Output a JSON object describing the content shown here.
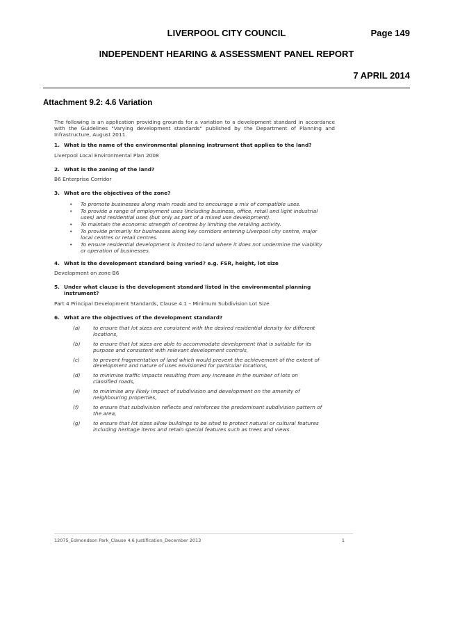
{
  "header": {
    "council": "LIVERPOOL CITY COUNCIL",
    "page": "Page 149",
    "report_title": "INDEPENDENT HEARING & ASSESSMENT PANEL REPORT",
    "date": "7 APRIL 2014"
  },
  "attachment": "Attachment 9.2: 4.6 Variation",
  "intro": "The following is an application providing grounds for a variation to a development standard in accordance with the Guidelines \"Varying development standards\" published by the Department of Planning and Infrastructure, August 2011.",
  "questions": [
    {
      "num": "1.",
      "text": "What is the name of the environmental planning instrument that applies to the land?",
      "answer": "Liverpool Local Environmental Plan 2008"
    },
    {
      "num": "2.",
      "text": "What is the zoning of the land?",
      "answer": "B6 Enterprise Corridor"
    },
    {
      "num": "3.",
      "text": "What are the objectives of the zone?",
      "bullets": [
        "To promote businesses along main roads and to encourage a mix of compatible uses.",
        "To provide a range of employment uses (including business, office, retail and light industrial uses) and residential uses (but only as part of a mixed use development).",
        "To maintain the economic strength of centres by limiting the retailing activity.",
        "To provide primarily for businesses along key corridors entering Liverpool city centre, major local centres or retail centres.",
        "To ensure residential development is limited to land where it does not undermine the viability or operation of businesses."
      ]
    },
    {
      "num": "4.",
      "text": "What is the development standard being varied? e.g. FSR, height, lot size",
      "answer": "Development on zone B6"
    },
    {
      "num": "5.",
      "text": "Under what clause is the development standard listed in the environmental planning instrument?",
      "answer": "Part 4 Principal Development Standards, Clause 4.1 – Minimum Subdivision Lot Size"
    },
    {
      "num": "6.",
      "text": "What are the objectives of the development standard?",
      "objectives": [
        {
          "letter": "(a)",
          "text": "to ensure that lot sizes are consistent with the desired residential density for different locations,"
        },
        {
          "letter": "(b)",
          "text": "to ensure that lot sizes are able to accommodate development that is suitable for its purpose and consistent with relevant development controls,"
        },
        {
          "letter": "(c)",
          "text": "to prevent fragmentation of land which would prevent the achievement of the extent of development and nature of uses envisioned for particular locations,"
        },
        {
          "letter": "(d)",
          "text": "to minimise traffic impacts resulting from any increase in the number of lots on classified roads,"
        },
        {
          "letter": "(e)",
          "text": "to minimise any likely impact of subdivision and development on the amenity of neighbouring properties,"
        },
        {
          "letter": "(f)",
          "text": "to ensure that subdivision reflects and reinforces the predominant subdivision pattern of the area,"
        },
        {
          "letter": "(g)",
          "text": "to ensure that lot sizes allow buildings to be sited to protect natural or cultural features including heritage items and retain special features such as trees and views."
        }
      ]
    }
  ],
  "footer": {
    "left": "12075_Edmondson Park_Clause 4.6 Justification_December 2013",
    "right": "1"
  }
}
